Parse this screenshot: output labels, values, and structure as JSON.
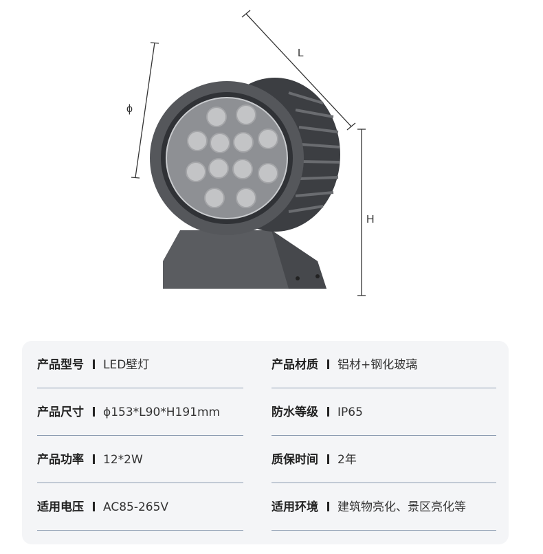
{
  "dimensions": {
    "length_label": "L",
    "diameter_label": "ϕ",
    "height_label": "H"
  },
  "specs": [
    {
      "key": "产品型号",
      "value": "LED壁灯"
    },
    {
      "key": "产品材质",
      "value": "铝材+钢化玻璃"
    },
    {
      "key": "产品尺寸",
      "value": "ϕ153*L90*H191mm"
    },
    {
      "key": "防水等级",
      "value": "IP65"
    },
    {
      "key": "产品功率",
      "value": "12*2W"
    },
    {
      "key": "质保时间",
      "value": "2年"
    },
    {
      "key": "适用电压",
      "value": "AC85-265V"
    },
    {
      "key": "适用环境",
      "value": "建筑物亮化、景区亮化等"
    }
  ]
}
